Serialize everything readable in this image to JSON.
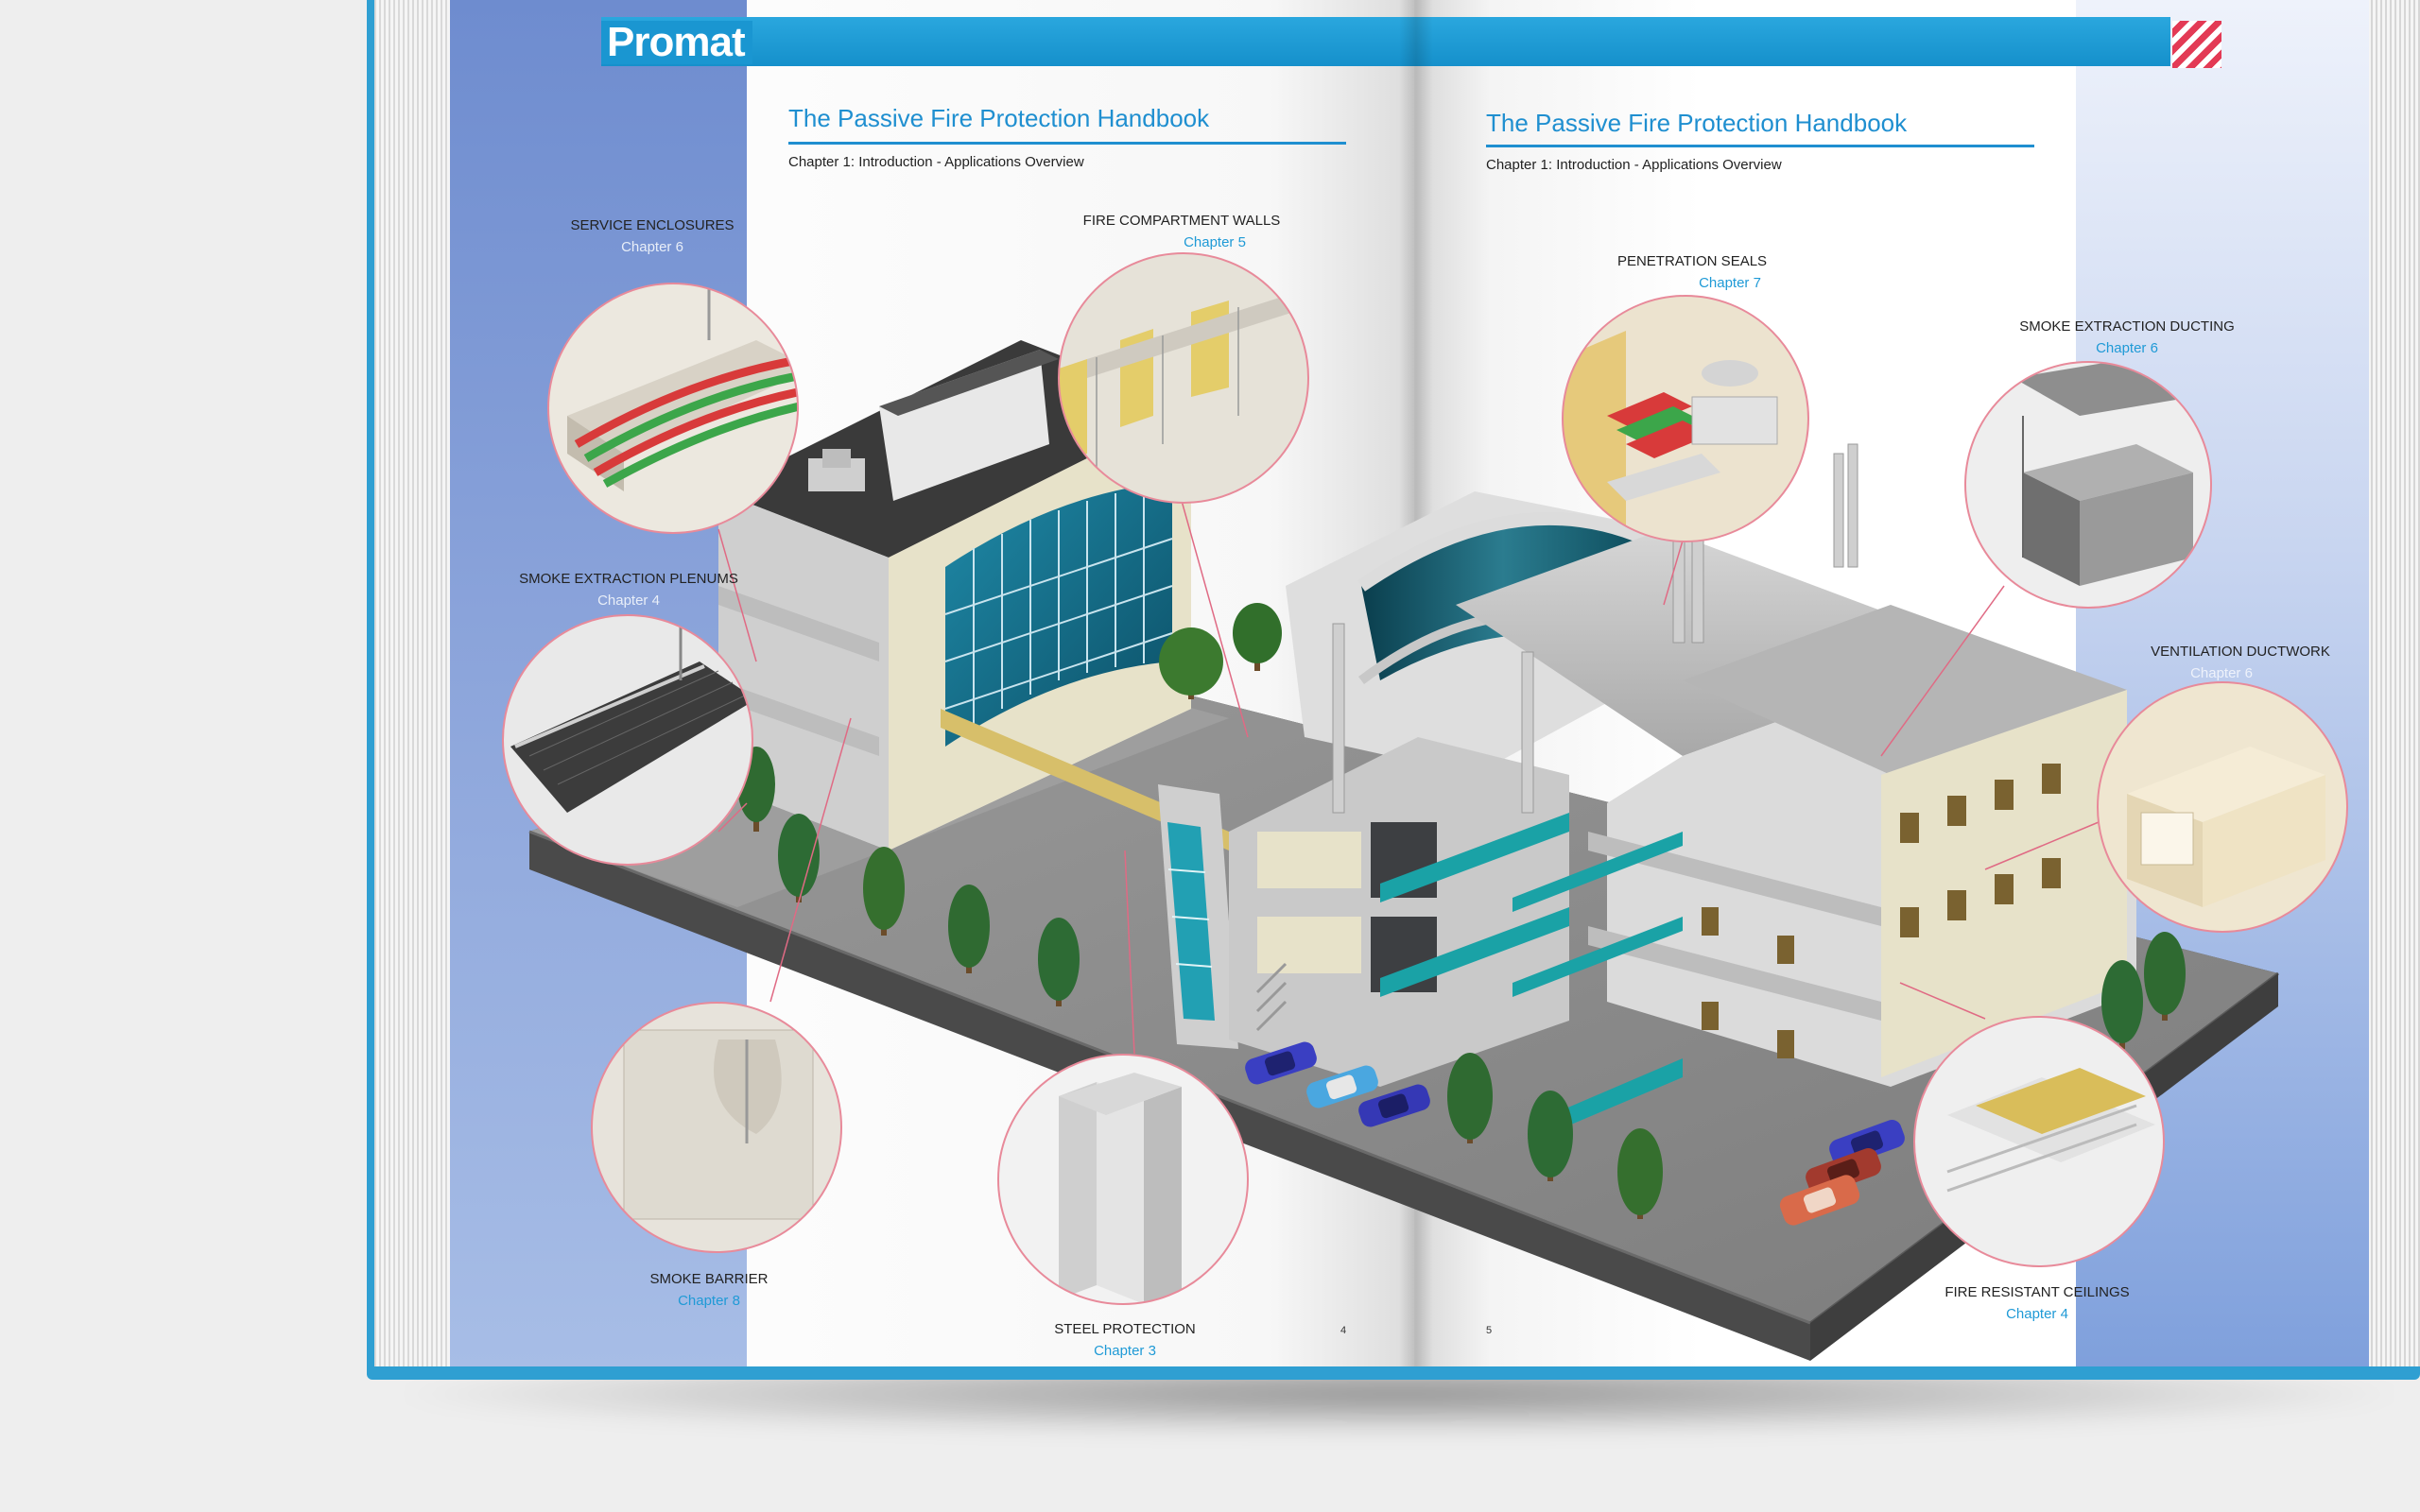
{
  "brand": {
    "logo_text": "Promat"
  },
  "left_page": {
    "title": "The Passive Fire Protection Handbook",
    "subtitle": "Chapter 1: Introduction - Applications Overview",
    "page_number": "4"
  },
  "right_page": {
    "title": "The Passive Fire Protection Handbook",
    "subtitle": "Chapter 1: Introduction - Applications Overview",
    "page_number": "5"
  },
  "callouts": {
    "service_enclosures": {
      "name": "SERVICE ENCLOSURES",
      "chapter": "Chapter 6"
    },
    "fire_compartment_walls": {
      "name": "FIRE COMPARTMENT WALLS",
      "chapter": "Chapter 5"
    },
    "smoke_extraction_plenums": {
      "name": "SMOKE EXTRACTION PLENUMS",
      "chapter": "Chapter 4"
    },
    "smoke_barrier": {
      "name": "SMOKE BARRIER",
      "chapter": "Chapter 8"
    },
    "steel_protection": {
      "name": "STEEL PROTECTION",
      "chapter": "Chapter 3"
    },
    "penetration_seals": {
      "name": "PENETRATION SEALS",
      "chapter": "Chapter 7"
    },
    "smoke_extraction_ducting": {
      "name": "SMOKE EXTRACTION DUCTING",
      "chapter": "Chapter 6"
    },
    "ventilation_ductwork": {
      "name": "VENTILATION DUCTWORK",
      "chapter": "Chapter 6"
    },
    "fire_resistant_ceilings": {
      "name": "FIRE RESISTANT CEILINGS",
      "chapter": "Chapter 4"
    }
  },
  "colors": {
    "brand_blue": "#1f8fd0",
    "callout_ring": "#e88a9a",
    "band_left": "#7b95d4",
    "band_right": "#8aa8df"
  }
}
